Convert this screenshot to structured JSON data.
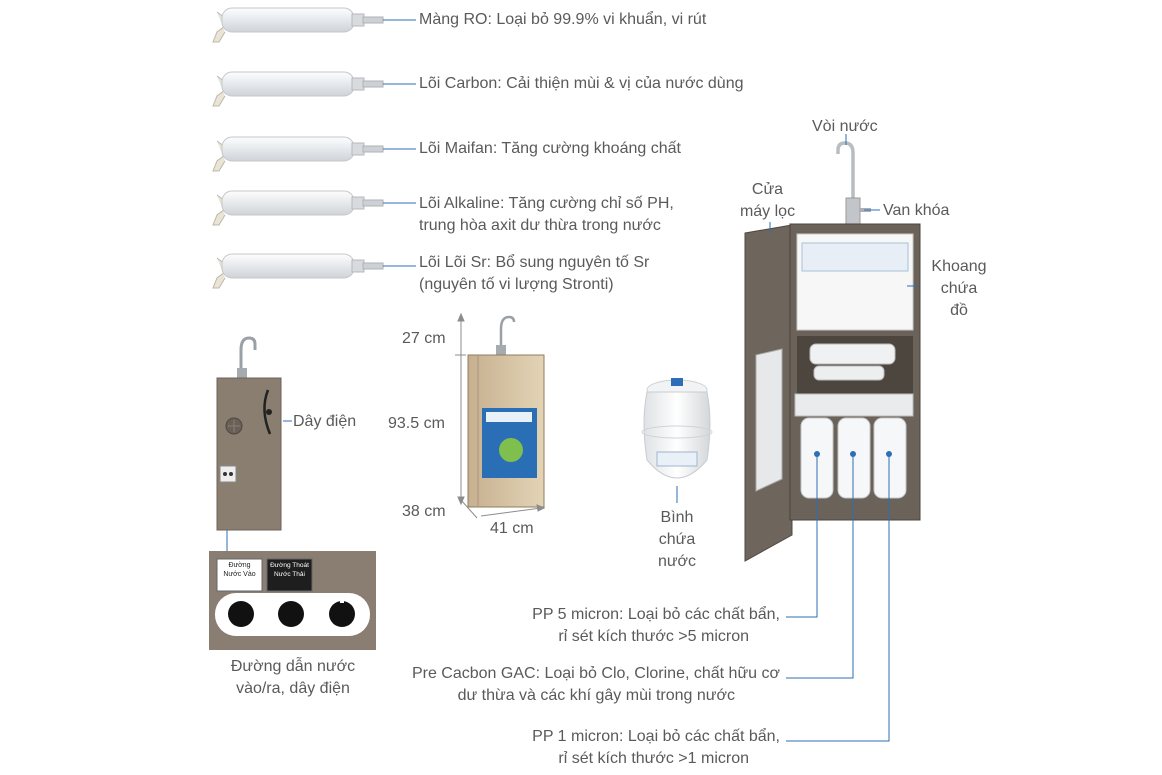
{
  "filters": [
    {
      "line1": "Màng RO: Loại bỏ 99.9% vi khuẩn, vi rút",
      "line2": ""
    },
    {
      "line1": "Lõi Carbon: Cải thiện mùi & vị của nước dùng",
      "line2": ""
    },
    {
      "line1": "Lõi Maifan: Tăng cường khoáng chất",
      "line2": ""
    },
    {
      "line1": "Lõi Alkaline: Tăng cường chỉ số PH,",
      "line2": "trung hòa axit dư thừa trong nước"
    },
    {
      "line1": "Lõi Lõi Sr: Bổ sung nguyên tố Sr",
      "line2": "(nguyên tố vi lượng Stronti)"
    }
  ],
  "back_view": {
    "power_cord": "Dây điện",
    "ports": {
      "inlet": "Đường\nNước Vào",
      "outlet": "Đường Thoát\nNước Thải"
    },
    "caption_line1": "Đường dẫn nước",
    "caption_line2": "vào/ra, dây điện"
  },
  "dimensions": {
    "top": "27 cm",
    "height": "93.5 cm",
    "depth": "38 cm",
    "width": "41 cm"
  },
  "tank": {
    "line1": "Bình",
    "line2": "chứa",
    "line3": "nước"
  },
  "machine": {
    "faucet": "Vòi nước",
    "valve": "Van khóa",
    "door_line1": "Cửa",
    "door_line2": "máy lọc",
    "storage_line1": "Khoang",
    "storage_line2": "chứa",
    "storage_line3": "đồ"
  },
  "prefilters": [
    {
      "line1": "PP 5 micron: Loại bỏ các chất bẩn,",
      "line2": "rỉ sét kích thước >5 micron"
    },
    {
      "line1": "Pre Cacbon GAC: Loại bỏ Clo, Clorine, chất hữu cơ",
      "line2": "dư thừa và các khí gây mùi trong nước"
    },
    {
      "line1": "PP 1 micron: Loại bỏ các chất bẩn,",
      "line2": "rỉ sét kích thước >1 micron"
    }
  ],
  "colors": {
    "leader": "#2d6fb6",
    "cabinet": "#6b625a",
    "label": "#5a5a5a"
  }
}
